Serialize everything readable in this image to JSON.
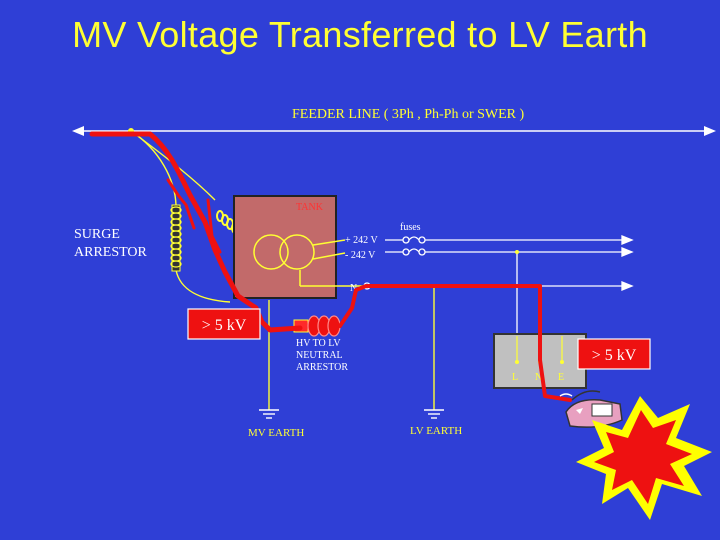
{
  "title": "MV Voltage Transferred to LV Earth",
  "labels": {
    "feeder_line": "FEEDER LINE  ( 3Ph , Ph-Ph or SWER )",
    "tank": "TANK",
    "fuses": "fuses",
    "plus_242": "+ 242 V",
    "minus_242": "- 242 V",
    "neutral": "N",
    "surge_arrestor_1": "SURGE",
    "surge_arrestor_2": "ARRESTOR",
    "hv_lv_1": "HV  TO LV",
    "hv_lv_2": "NEUTRAL",
    "hv_lv_3": "ARRESTOR",
    "mv_earth": "MV EARTH",
    "lv_earth": "LV  EARTH",
    "appliance_l": "L",
    "appliance_n": "N",
    "appliance_e": "E",
    "voltage_badge_left": "> 5 kV",
    "voltage_badge_right": "> 5 kV"
  },
  "colors": {
    "background": "#2f3fd6",
    "title": "#ffff33",
    "fault_path": "#ee1111",
    "wire": "#ffffff",
    "yellow_wire": "#ffff33",
    "tank_fill": "#c26a6a",
    "badge": "#ee1111",
    "burst_outer": "#ffff00",
    "burst_inner": "#ee1111"
  },
  "icons": [
    "transformer-symbol",
    "fuse-icon",
    "earth-symbol",
    "explosion-icon",
    "iron-appliance-icon"
  ]
}
